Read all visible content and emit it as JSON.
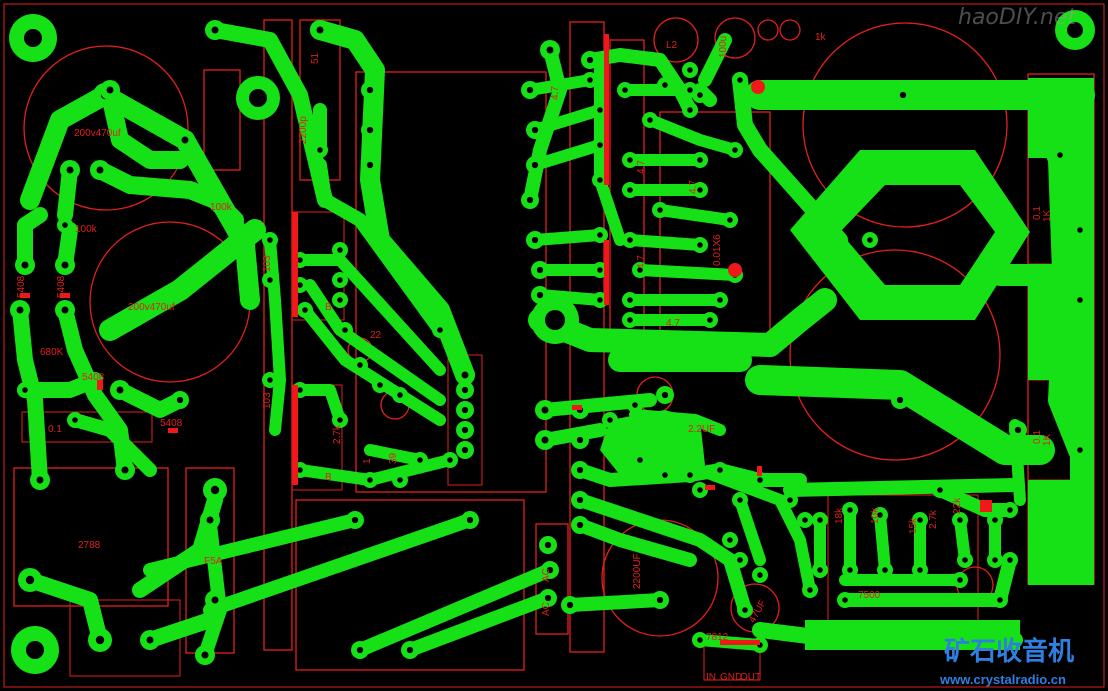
{
  "watermark_top": "haoDIY.net",
  "logo_text": "矿石收音机",
  "logo_url": "www.crystalradio.cn",
  "labels": {
    "cap1": "200v470uf",
    "cap2": "200v470uf",
    "r100k_a": "100k",
    "r100k_b": "100k",
    "r680k": "680K",
    "d5408_a": "5408",
    "d5408_b": "5408",
    "d5408_c": "5408",
    "d5408_d": "5408",
    "r01": "0.1",
    "q2788": "2788",
    "fuse": "F5A",
    "c2200p": "2200p",
    "r51": "51",
    "r47_a": "4.7",
    "r47_b": "4.7",
    "r47_c": "4.7",
    "r47_d": "4.7",
    "r47_e": "4.7",
    "c001x6": "0.01X6",
    "l2": "L2",
    "c100u": "100u",
    "rk_top": "1k",
    "r01_right_a": "0.1",
    "r1k_right_a": "1K",
    "r01_right_b": "0.1",
    "r1k_right_b": "1K",
    "c22uf": "2.2UF",
    "c2200uf": "2200UF",
    "ac1": "AC",
    "ac2": "AC",
    "reg7812": "7812",
    "pin_in": "IN",
    "pin_gnd": "GND",
    "pin_out": "OUT",
    "ic7500": "7500",
    "c47uf": "47UF",
    "r18k": "18k",
    "r10k": "10k",
    "r2k7": "2.7k",
    "r22k": "22k",
    "r15k": "15k",
    "r22": "22",
    "r39": "39",
    "rB_a": "B",
    "rB_b": "B",
    "r103_a": "103",
    "r103_b": "103",
    "r27k": "2.7k",
    "r1": "1"
  },
  "colors": {
    "background": "#000000",
    "copper": "#16e016",
    "silkscreen": "#e0201e",
    "logo": "#2e7fe0"
  }
}
